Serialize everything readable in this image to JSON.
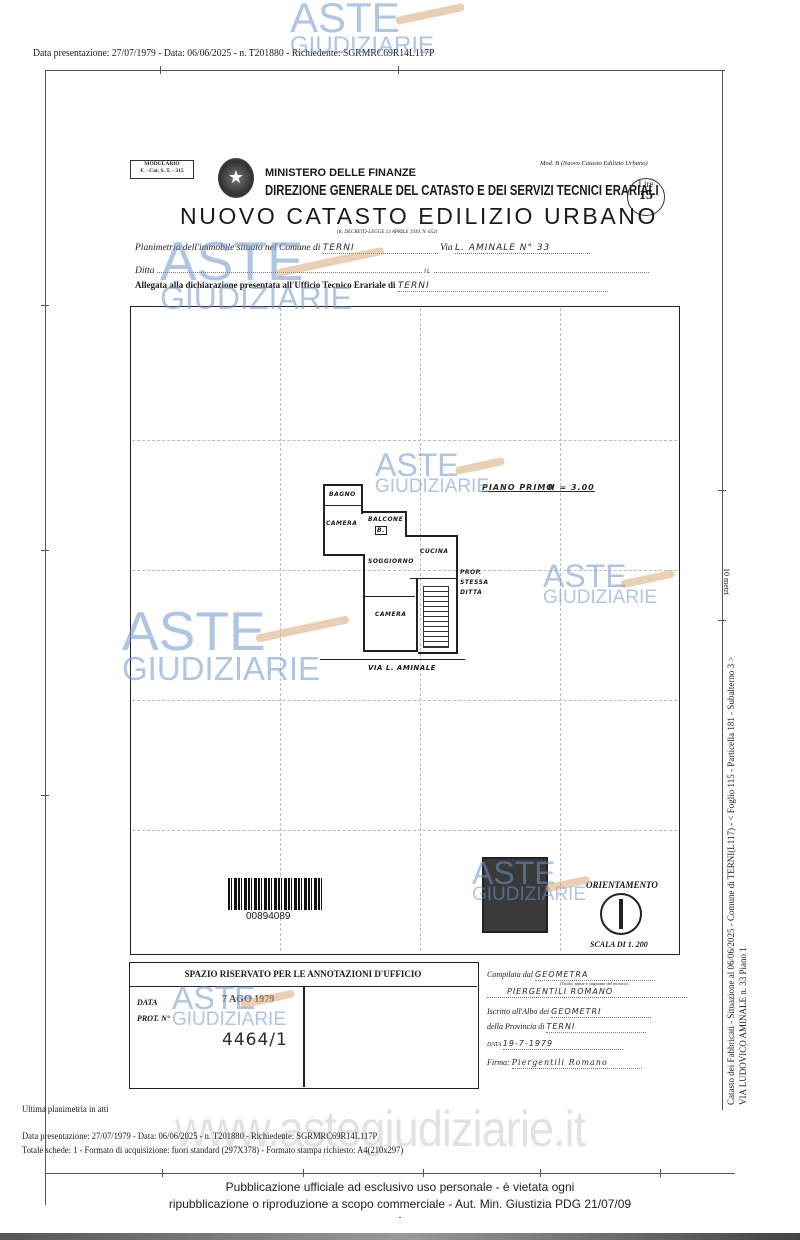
{
  "header_meta": "Data presentazione: 27/07/1979 - Data: 06/06/2025 - n. T201880 - Richiedente: SGRMRC69R14L117P",
  "form": {
    "modulario": [
      "MODULARIO",
      "F. - Cat. S. T. - 315"
    ],
    "ministry": "MINISTERO DELLE FINANZE",
    "direction": "DIREZIONE GENERALE DEL CATASTO E DEI SERVIZI TECNICI ERARIALI",
    "model": "Mod. B (Nuovo Catasto Edilizio Urbano)",
    "stamp_duty": {
      "label": "Lire",
      "value": "15"
    },
    "title": "NUOVO CATASTO EDILIZIO URBANO",
    "decree": "(R. DECRETO-LEGGE 13 APRILE 1939, N. 652)",
    "fields": {
      "planimetria_label": "Planimetria dell'immobile situato nel Comune di",
      "comune": "TERNI",
      "via_label": "Via",
      "via": "L. AMINALE N° 33",
      "ditta_label": "Ditta",
      "ditta_mark": "IL",
      "allegata_label": "Allegata alla dichiarazione presentata all'Ufficio Tecnico Erariale di",
      "ufficio": "TERNI"
    }
  },
  "plan": {
    "floor_label": "PIANO PRIMO",
    "height_label": "H = 3.00",
    "rooms": [
      "BAGNO",
      "CAMERA",
      "BALCONE",
      "CUCINA",
      "SOGGIORNO",
      "CAMERA"
    ],
    "wc_label": "B.",
    "neighbor_label": [
      "PROP.",
      "STESSA",
      "DITTA"
    ],
    "street_label": "VIA L. AMINALE",
    "orientation_label": "ORIENTAMENTO",
    "scale_label": "SCALA DI 1. 200",
    "barcode_number": "00894089"
  },
  "annotations": {
    "title": "SPAZIO RISERVATO PER LE ANNOTAZIONI D'UFFICIO",
    "data_label": "DATA",
    "data_value": "7 AGO 1979",
    "prot_label": "PROT. N°",
    "prot_value": "4464/1"
  },
  "compilata": {
    "compilata_label": "Compilata dal",
    "title_value": "GEOMETRA",
    "title_hint": "(Titolo, nome e cognome del tecnico)",
    "name_value": "PIERGENTILI ROMANO",
    "albo_label": "Iscritto all'Albo dei",
    "albo_value": "GEOMETRI",
    "provincia_label": "della Provincia di",
    "provincia_value": "TERNI",
    "data_label": "DATA",
    "data_value": "19-7-1979",
    "firma_label": "Firma:",
    "firma_value": "Piergentili Romano"
  },
  "side_text": {
    "line1": "Catasto dei Fabbricati - Situazione al 06/06/2025 - Comune di TERNI(L117) - < Foglio 115 - Particella 181 - Subalterno 3 >",
    "line2": "VIA LUDOVICO AMINALE n. 33 Piano 1",
    "scale_note": "10 metri"
  },
  "footer": {
    "ultima": "Ultima planimetria in atti",
    "meta": "Data presentazione: 27/07/1979 - Data: 06/06/2025 - n. T201880 - Richiedente: SGRMRC69R14L117P",
    "schede": "Totale schede: 1 - Formato di acquisizione: fuori standard (297X378) - Formato stampa richiesto: A4(210x297)",
    "publication_1": "Pubblicazione ufficiale ad esclusivo uso personale - è vietata ogni",
    "publication_2": "ripubblicazione o riproduzione a scopo commerciale - Aut. Min. Giustizia PDG 21/07/09",
    "dash": "-"
  },
  "watermark": {
    "line1": "ASTE",
    "line2": "GIUDIZIARIE",
    "url": "www.astegiudiziarie.it"
  }
}
